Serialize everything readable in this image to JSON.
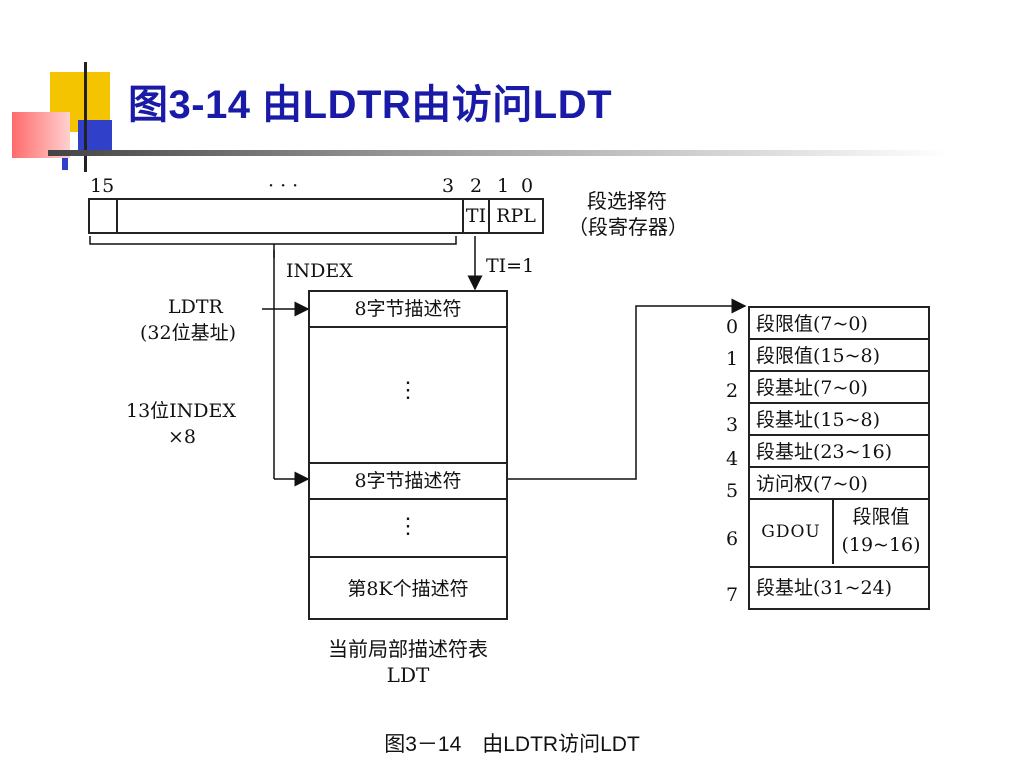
{
  "title": "图3-14  由LDTR由访问LDT",
  "caption": "图3－14　由LDTR访问LDT",
  "selector": {
    "bit_15": "15",
    "bit_ellipsis": "· · ·",
    "bit_3": "3",
    "bit_2": "2",
    "bit_1": "1",
    "bit_0": "0",
    "ti_field": "TI",
    "rpl_field": "RPL",
    "name": "段选择符",
    "name_sub": "（段寄存器）",
    "index_label": "INDEX",
    "ti_value": "TI=1"
  },
  "left_labels": {
    "ldtr": "LDTR",
    "ldtr_sub": "(32位基址)",
    "index_bits": "13位INDEX",
    "times": "×8"
  },
  "ldt_table": {
    "row_first": "8字节描述符",
    "dots1": "⋮",
    "row_selected": "8字节描述符",
    "dots2": "⋮",
    "row_last": "第8K个描述符",
    "caption_line1": "当前局部描述符表",
    "caption_line2": "LDT"
  },
  "descriptor": {
    "rows": [
      {
        "index": "0",
        "label": "段限值(7~0)"
      },
      {
        "index": "1",
        "label": "段限值(15~8)"
      },
      {
        "index": "2",
        "label": "段基址(7~0)"
      },
      {
        "index": "3",
        "label": "段基址(15~8)"
      },
      {
        "index": "4",
        "label": "段基址(23~16)"
      },
      {
        "index": "5",
        "label": "访问权(7~0)"
      },
      {
        "index": "6",
        "label_left": "GDOU",
        "label_right_1": "段限值",
        "label_right_2": "(19~16)"
      },
      {
        "index": "7",
        "label": "段基址(31~24)"
      }
    ]
  }
}
